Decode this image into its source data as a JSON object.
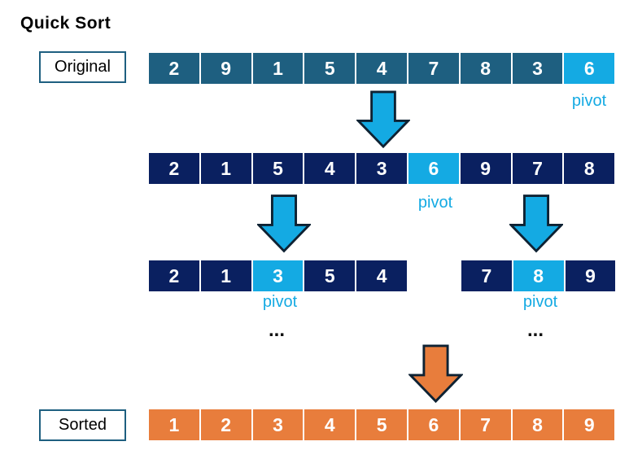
{
  "title": "Quick Sort",
  "labels": {
    "original": "Original",
    "sorted": "Sorted",
    "pivot": "pivot",
    "ellipsis": "..."
  },
  "colors": {
    "teal": "#1E5F80",
    "navy": "#0A2060",
    "pivot-blue": "#14AAE3",
    "orange": "#E87D3C",
    "arrow-outline": "#0E2233"
  },
  "rows": {
    "original": {
      "values": [
        2,
        9,
        1,
        5,
        4,
        7,
        8,
        3,
        6
      ],
      "pivot_index": 8
    },
    "pass1": {
      "values": [
        2,
        1,
        5,
        4,
        3,
        6,
        9,
        7,
        8
      ],
      "pivot_index": 5
    },
    "pass2_left": {
      "values": [
        2,
        1,
        3,
        5,
        4
      ],
      "pivot_index": 2
    },
    "pass2_right": {
      "values": [
        7,
        8,
        9
      ],
      "pivot_index": 1
    },
    "sorted": {
      "values": [
        1,
        2,
        3,
        4,
        5,
        6,
        7,
        8,
        9
      ],
      "pivot_index": -1
    }
  }
}
